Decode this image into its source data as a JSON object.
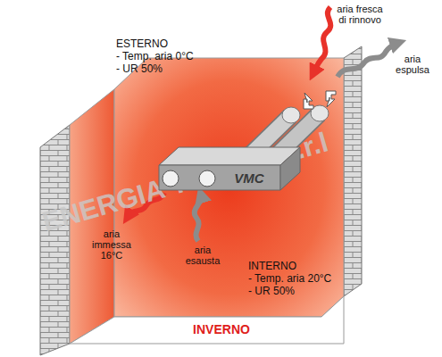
{
  "diagram": {
    "nodes": [
      {
        "text": [
          "VMC"
        ]
      }
    ],
    "labels": [
      "ESTERNO",
      "- Temp. aria 0°C",
      "- UR 50%",
      "aria fresca di rinnovo",
      "aria espulsa",
      "aria immessa 16°C",
      "aria esausta",
      "INTERNO",
      "- Temp. aria 20°C",
      "- UR 50%",
      "INVERNO",
      "ENERGIA TERMIO s.r.l"
    ]
  }
}
